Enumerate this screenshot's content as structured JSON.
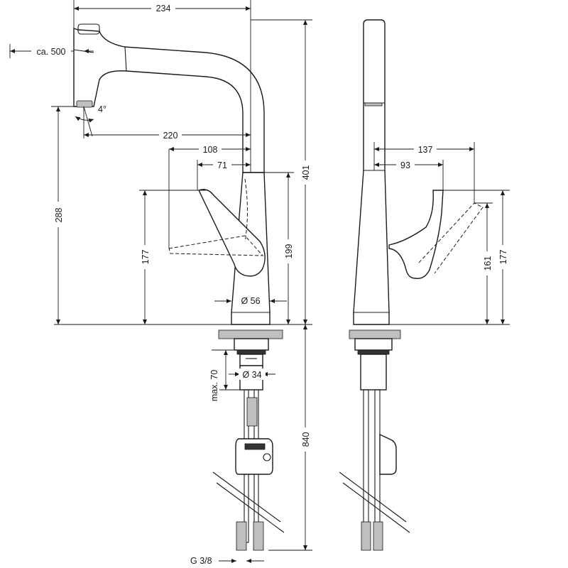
{
  "dimensions": {
    "d234": "234",
    "ca500": "ca. 500",
    "angle4": "4°",
    "d220": "220",
    "d108": "108",
    "d71": "71",
    "d288": "288",
    "d177_left": "177",
    "d199": "199",
    "d401": "401",
    "dia56": "Ø 56",
    "max70": "max. 70",
    "dia34": "Ø 34",
    "d840": "840",
    "g38": "G 3/8",
    "d137": "137",
    "d93": "93",
    "d161": "161",
    "d177_right": "177"
  }
}
